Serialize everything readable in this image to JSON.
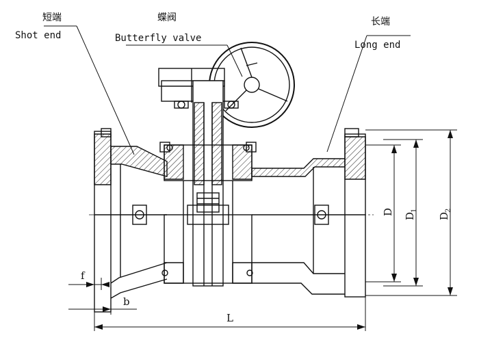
{
  "labels": {
    "short_end_cn": "短端",
    "short_end_en": "Shot end",
    "butterfly_cn": "蝶阀",
    "butterfly_en": "Butterfly valve",
    "long_end_cn": "长端",
    "long_end_en": "Long end"
  },
  "dimensions": {
    "D": "D",
    "D1": "D",
    "D1_sub": "1",
    "D2": "D",
    "D2_sub": "2",
    "L": "L",
    "f": "f",
    "b": "b"
  }
}
